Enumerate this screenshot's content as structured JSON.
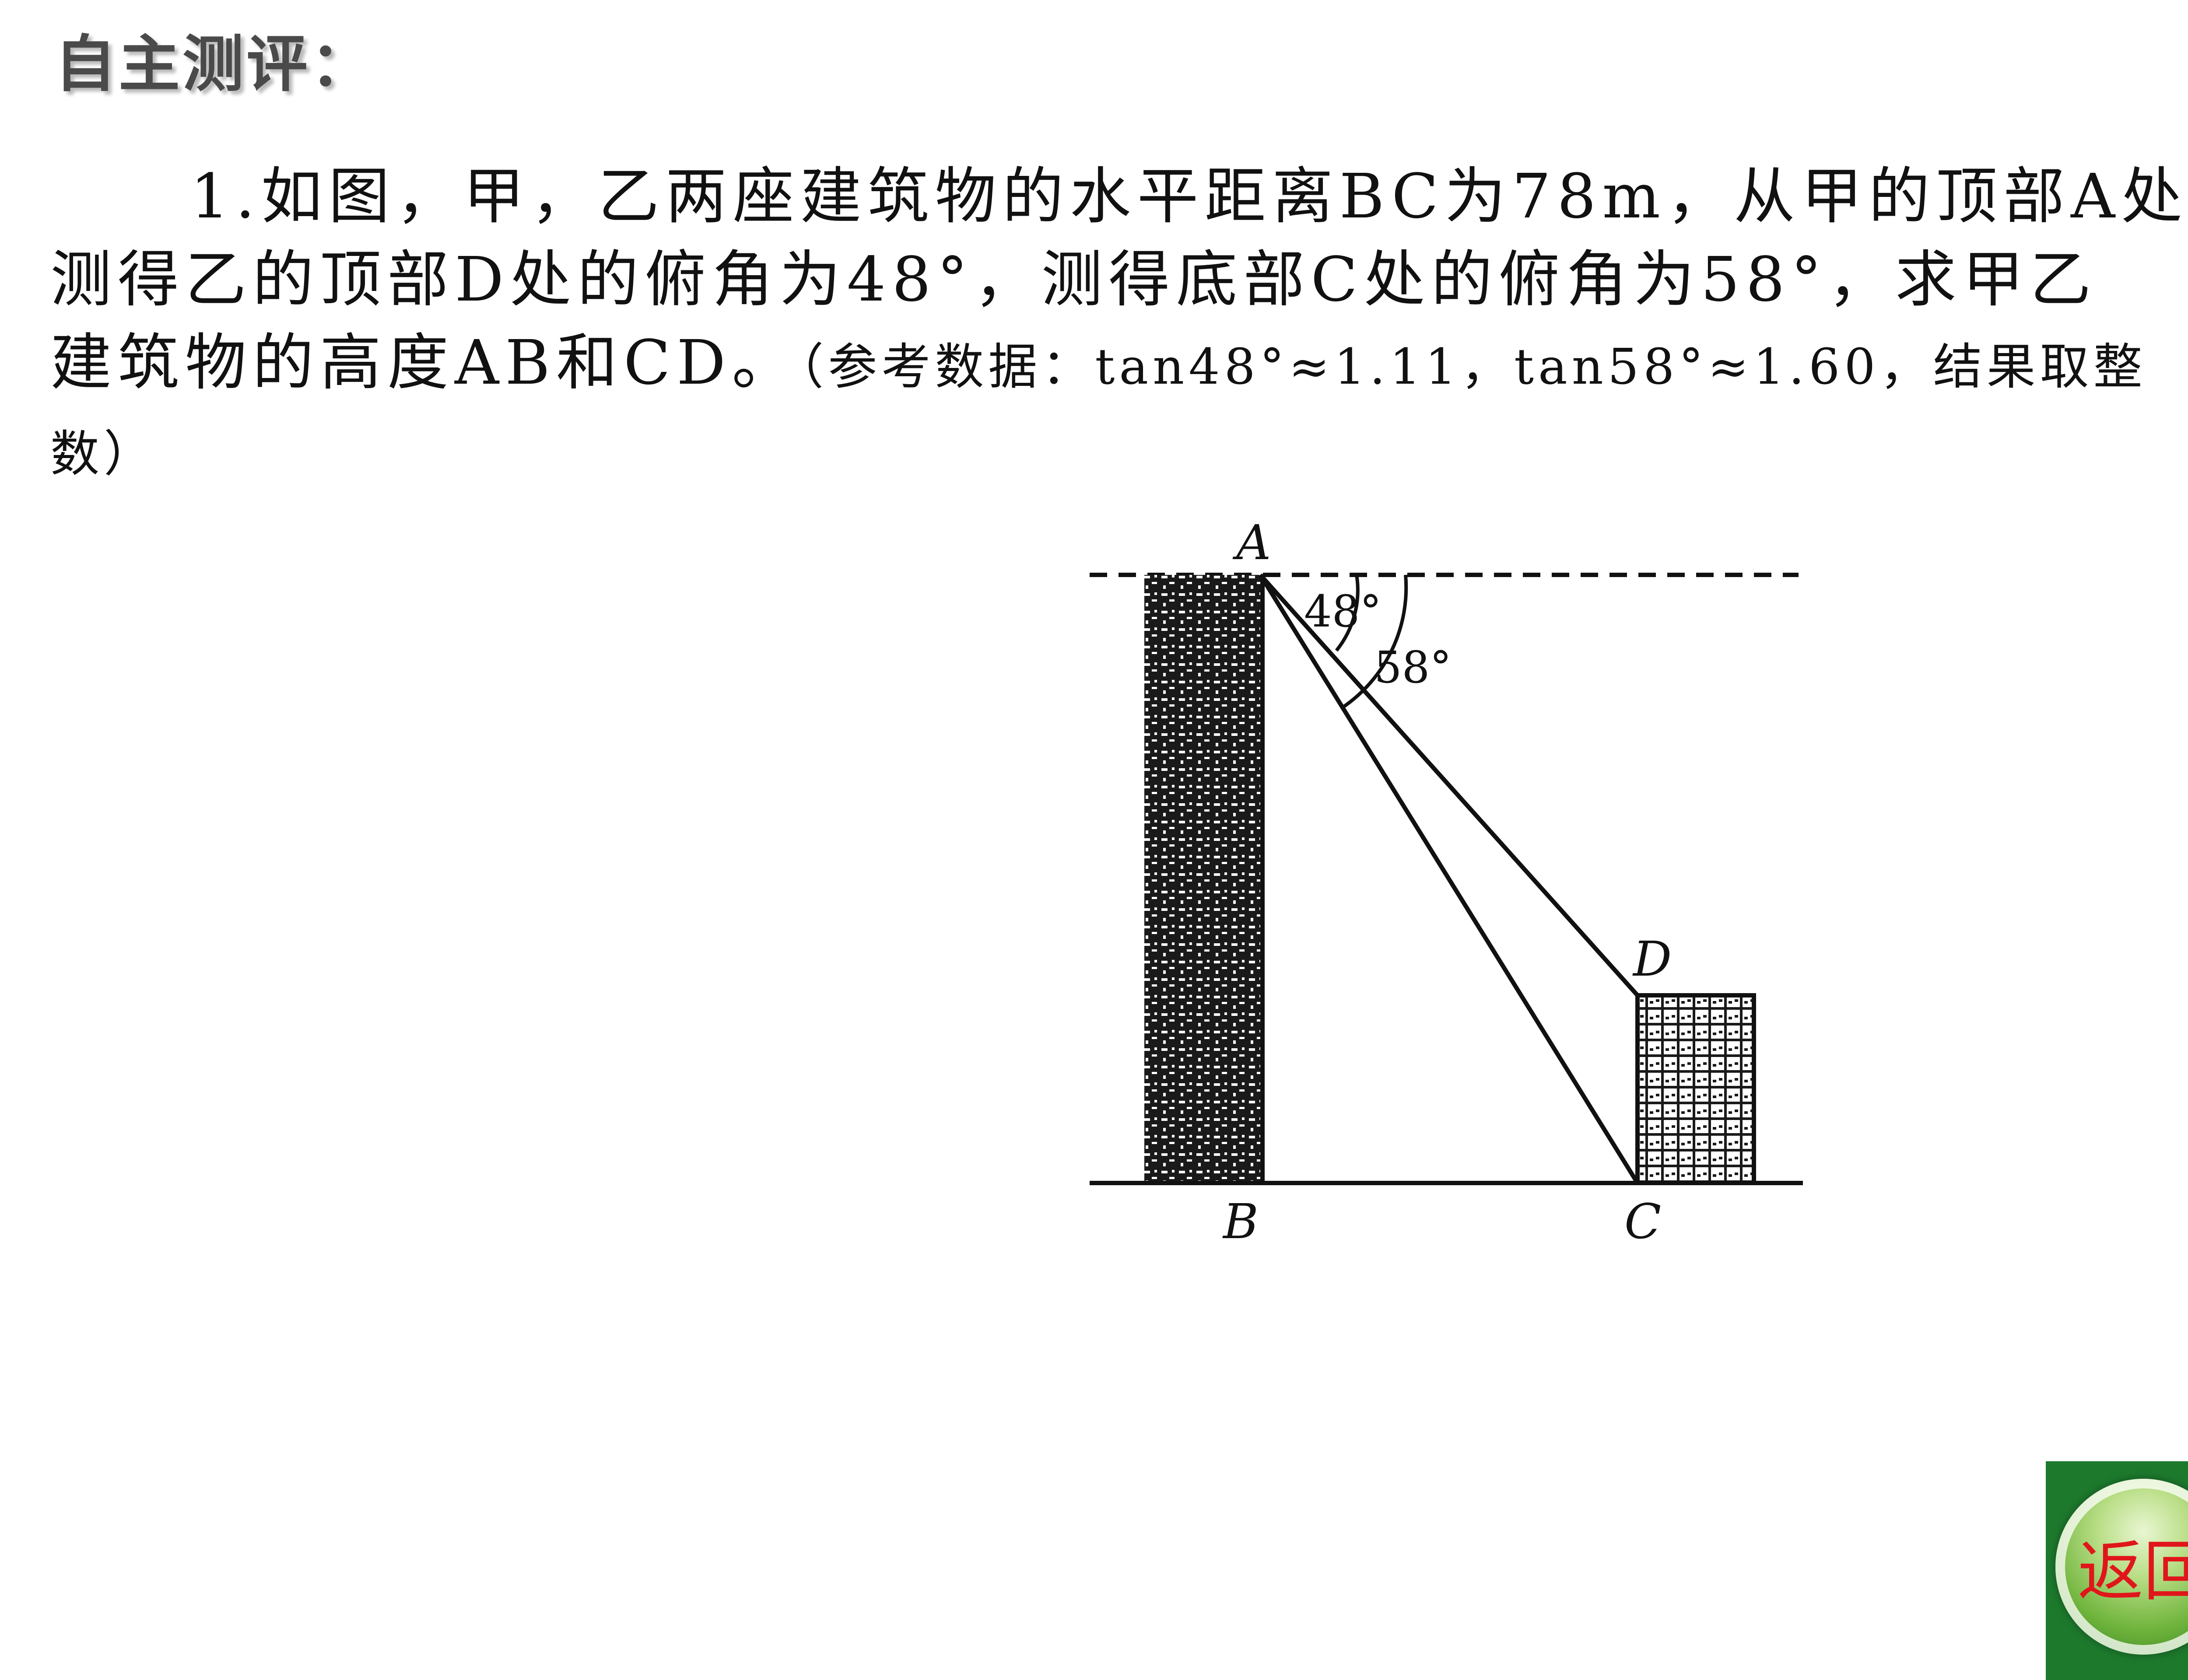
{
  "heading": "自主测评：",
  "problem": {
    "number": "1.",
    "line1": "如图，甲，乙两座建筑物的水平距离BC为78m，从甲的顶部A处",
    "line2": "测得乙的顶部D处的俯角为48°，测得底部C处的俯角为58°，求甲乙",
    "line3": "建筑物的高度AB和CD。",
    "note": "（参考数据：tan48°≈1.11，tan58°≈1.60，结果取整",
    "note_end": "数）"
  },
  "figure": {
    "labels": {
      "A": "A",
      "B": "B",
      "C": "C",
      "D": "D"
    },
    "angles": {
      "small": "48°",
      "large": "58°"
    }
  },
  "back_button": {
    "label": "返回"
  },
  "colors": {
    "back_button_bg": "#1d7a2d",
    "back_button_text": "#e0161b",
    "heading": "#4a4a4a"
  }
}
